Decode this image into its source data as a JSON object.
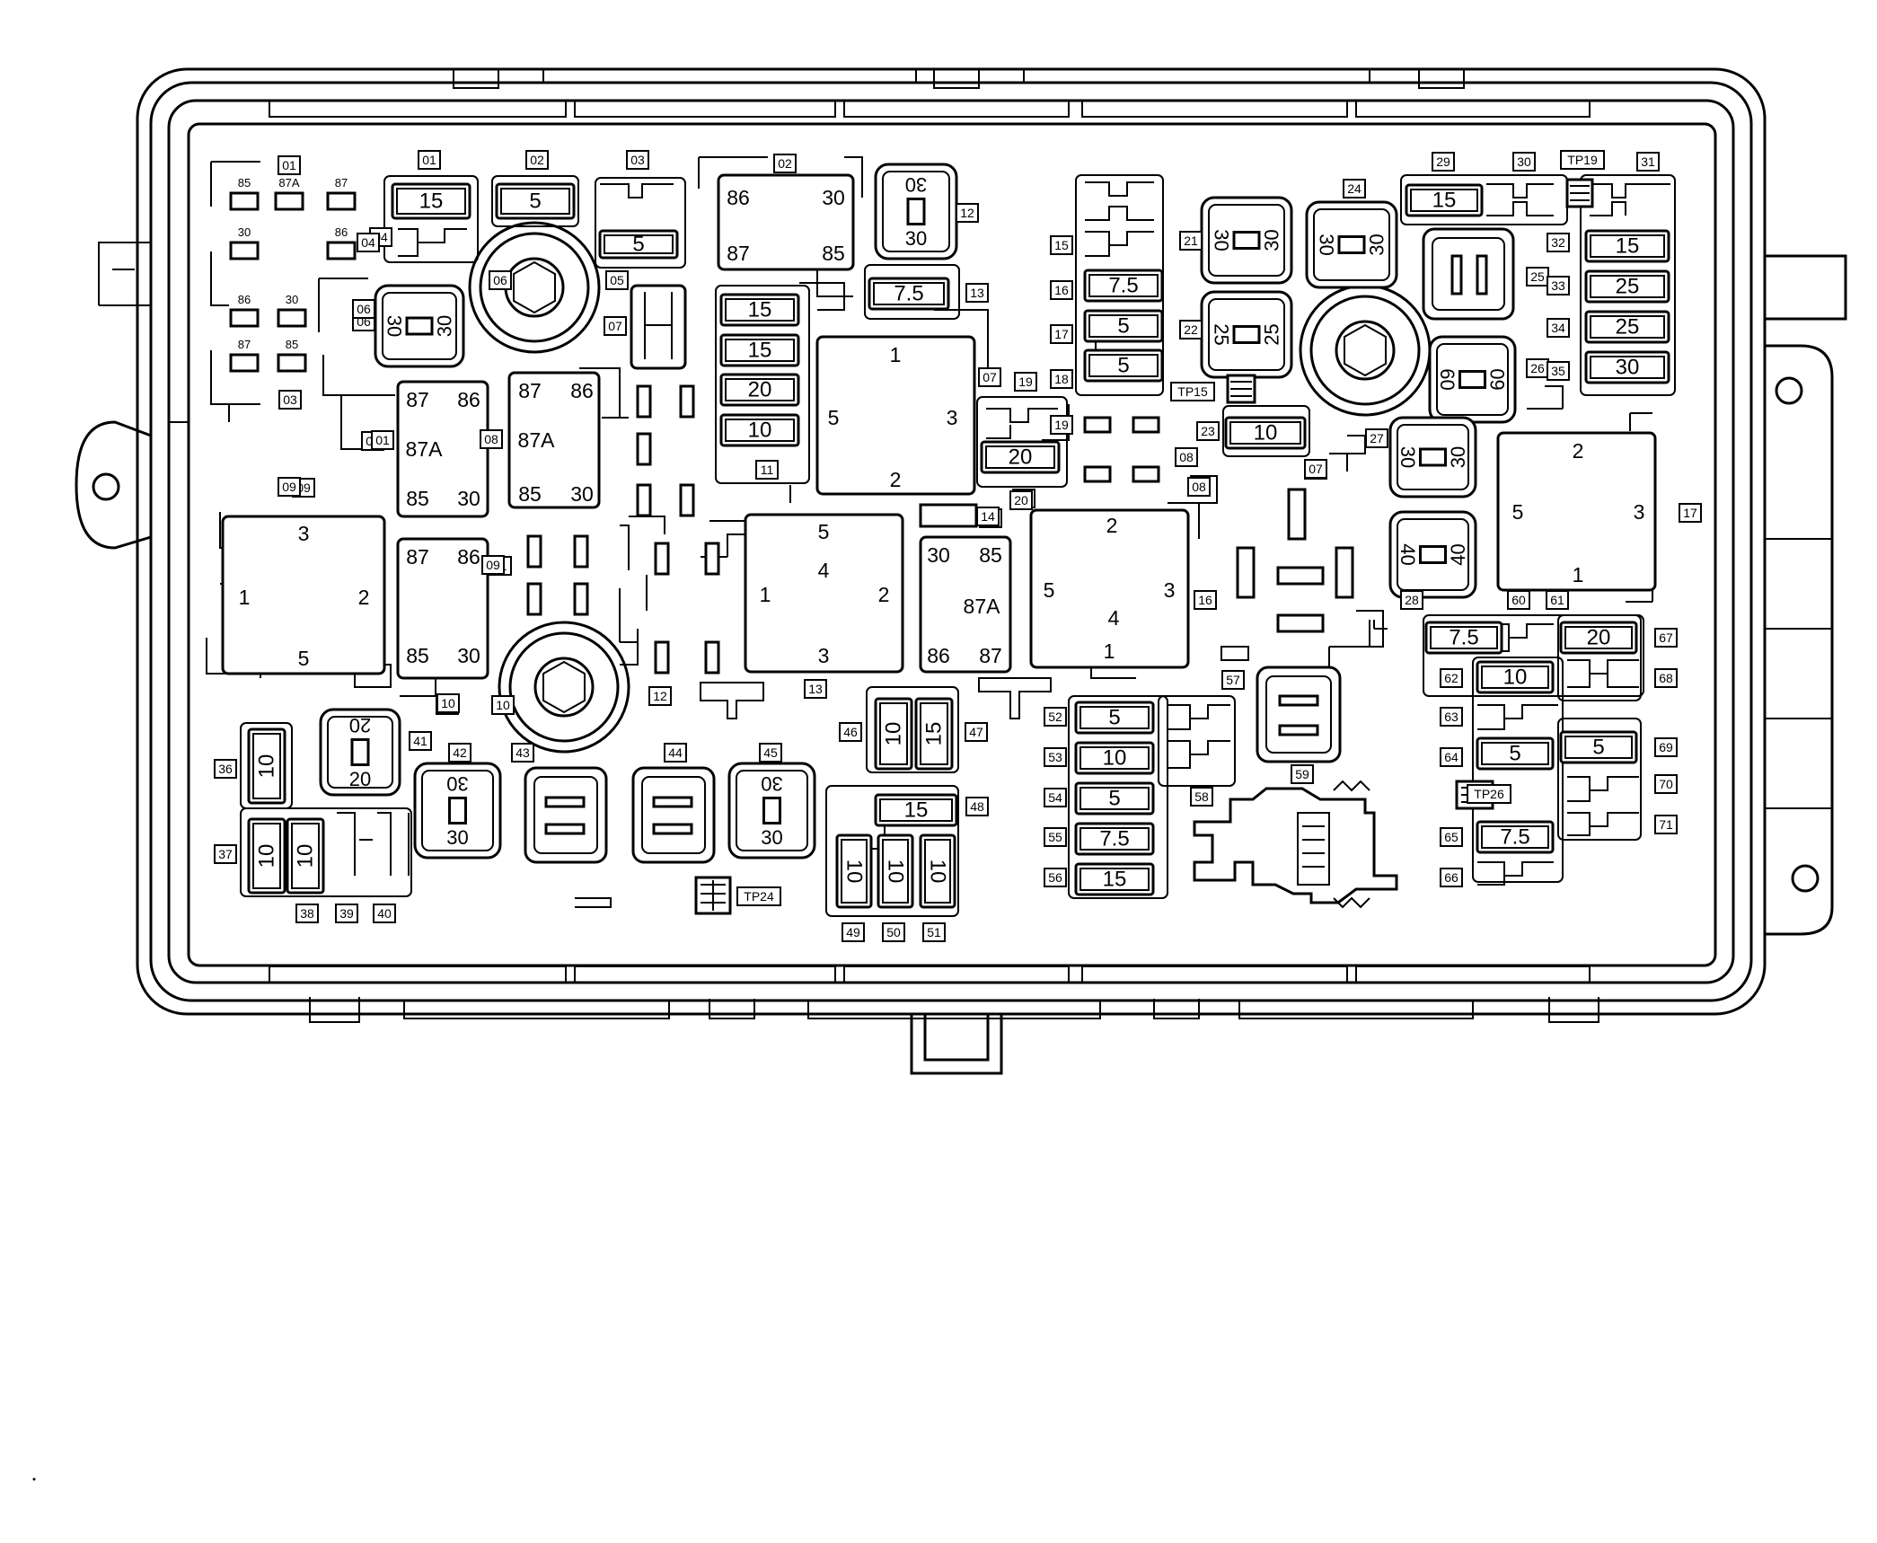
{
  "fuses": [
    {
      "id": "F-15a",
      "value": "15",
      "rot": 0
    },
    {
      "id": "F-5a",
      "value": "5",
      "rot": 0
    },
    {
      "id": "F-5b",
      "value": "5",
      "rot": 0
    },
    {
      "id": "F-15b",
      "value": "15",
      "rot": 0
    },
    {
      "id": "F-15c",
      "value": "15",
      "rot": 0
    },
    {
      "id": "F-20a",
      "value": "20",
      "rot": 0
    },
    {
      "id": "F-10a",
      "value": "10",
      "rot": 0
    },
    {
      "id": "F-7.5a",
      "value": "7.5",
      "rot": 0
    },
    {
      "id": "F-7.5b",
      "value": "7.5",
      "rot": 0
    },
    {
      "id": "F-5c",
      "value": "5",
      "rot": 0
    },
    {
      "id": "F-5d",
      "value": "5",
      "rot": 0
    },
    {
      "id": "F-20b",
      "value": "20",
      "rot": 0
    },
    {
      "id": "F-10b",
      "value": "10",
      "rot": 0
    },
    {
      "id": "F-15d",
      "value": "15",
      "rot": 0
    },
    {
      "id": "F-15e",
      "value": "15",
      "rot": 0
    },
    {
      "id": "F-25a",
      "value": "25",
      "rot": 0
    },
    {
      "id": "F-25b",
      "value": "25",
      "rot": 0
    },
    {
      "id": "F-30a",
      "value": "30",
      "rot": 0
    },
    {
      "id": "F-7.5c",
      "value": "7.5",
      "rot": 0
    },
    {
      "id": "F-20c",
      "value": "20",
      "rot": 0
    },
    {
      "id": "F-10c",
      "value": "10",
      "rot": 0
    },
    {
      "id": "F-5e",
      "value": "5",
      "rot": 0
    },
    {
      "id": "F-5f",
      "value": "5",
      "rot": 0
    },
    {
      "id": "F-7.5d",
      "value": "7.5",
      "rot": 0
    },
    {
      "id": "F-5g",
      "value": "5",
      "rot": 0
    },
    {
      "id": "F-10d",
      "value": "10",
      "rot": 0
    },
    {
      "id": "F-5h",
      "value": "5",
      "rot": 0
    },
    {
      "id": "F-7.5e",
      "value": "7.5",
      "rot": 0
    },
    {
      "id": "F-15f",
      "value": "15",
      "rot": 0
    },
    {
      "id": "F-15g",
      "value": "15",
      "rot": 0
    },
    {
      "id": "F-10e",
      "value": "10",
      "rot": -90
    },
    {
      "id": "F-10f",
      "value": "10",
      "rot": -90
    },
    {
      "id": "F-10g",
      "value": "10",
      "rot": -90
    },
    {
      "id": "F-10h",
      "value": "10",
      "rot": -90
    },
    {
      "id": "F-15h",
      "value": "15",
      "rot": -90
    },
    {
      "id": "F-10i",
      "value": "10",
      "rot": 90
    },
    {
      "id": "F-10j",
      "value": "10",
      "rot": 90
    },
    {
      "id": "F-10k",
      "value": "10",
      "rot": 90
    }
  ],
  "cartridges": [
    {
      "id": "C-06",
      "top": "30",
      "bottom": "30",
      "rot": 90
    },
    {
      "id": "C-12",
      "top": "30",
      "bottom": "30",
      "rot": 0
    },
    {
      "id": "C-21",
      "top": "30",
      "bottom": "30",
      "rot": 90
    },
    {
      "id": "C-22",
      "top": "25",
      "bottom": "25",
      "rot": 90
    },
    {
      "id": "C-24",
      "top": "30",
      "bottom": "30",
      "rot": 90
    },
    {
      "id": "C-26",
      "top": "60",
      "bottom": "60",
      "rot": 90
    },
    {
      "id": "C-27",
      "top": "30",
      "bottom": "30",
      "rot": 90
    },
    {
      "id": "C-17",
      "top": "40",
      "bottom": "40",
      "rot": 90
    },
    {
      "id": "C-41",
      "top": "20",
      "bottom": "20",
      "rot": 0
    },
    {
      "id": "C-42",
      "top": "30",
      "bottom": "30",
      "rot": 0
    },
    {
      "id": "C-45",
      "top": "30",
      "bottom": "30",
      "rot": 0
    }
  ],
  "relays": [
    {
      "id": "R-01",
      "pins": [
        "87",
        "86",
        "87A",
        "85",
        "30"
      ]
    },
    {
      "id": "R-05",
      "pins": [
        "87",
        "86",
        "87A",
        "85",
        "30"
      ]
    },
    {
      "id": "R-10",
      "pins": [
        "87",
        "86",
        "85",
        "30"
      ]
    },
    {
      "id": "R-02",
      "pins": [
        "86",
        "30",
        "87",
        "85"
      ]
    },
    {
      "id": "R-20",
      "pins": [
        "30",
        "85",
        "87A",
        "86",
        "87"
      ]
    },
    {
      "id": "R-09",
      "pins": [
        "3",
        "1",
        "2",
        "5"
      ]
    },
    {
      "id": "R-07",
      "pins": [
        "1",
        "5",
        "3",
        "2"
      ]
    },
    {
      "id": "R-13",
      "pins": [
        "5",
        "4",
        "1",
        "2",
        "3"
      ]
    },
    {
      "id": "R-16",
      "pins": [
        "2",
        "5",
        "3",
        "4",
        "1"
      ]
    },
    {
      "id": "R-17",
      "pins": [
        "2",
        "5",
        "3",
        "1"
      ]
    }
  ],
  "mini_relay_pins": [
    "85",
    "87A",
    "87",
    "30",
    "86",
    "86",
    "30",
    "87",
    "85"
  ],
  "callouts": [
    "01",
    "02",
    "03",
    "04",
    "05",
    "06",
    "07",
    "08",
    "09",
    "10",
    "11",
    "12",
    "13",
    "14",
    "15",
    "16",
    "17",
    "18",
    "19",
    "20",
    "21",
    "22",
    "23",
    "24",
    "25",
    "26",
    "27",
    "28",
    "29",
    "30",
    "31",
    "32",
    "33",
    "34",
    "35",
    "36",
    "37",
    "38",
    "39",
    "40",
    "41",
    "42",
    "43",
    "44",
    "45",
    "46",
    "47",
    "48",
    "49",
    "50",
    "51",
    "52",
    "53",
    "54",
    "55",
    "56",
    "57",
    "58",
    "59",
    "60",
    "61",
    "62",
    "63",
    "64",
    "65",
    "66",
    "67",
    "68",
    "69",
    "70",
    "71",
    "TP15",
    "TP19",
    "TP24",
    "TP26",
    "01",
    "02",
    "03",
    "04",
    "05",
    "06",
    "07",
    "08",
    "09",
    "10",
    "11",
    "12",
    "13",
    "14",
    "15",
    "16",
    "17",
    "18",
    "19",
    "20",
    "01",
    "08",
    "09",
    "10",
    "06",
    "07",
    "14",
    "15",
    "16",
    "17",
    "18"
  ],
  "colors": {
    "line": "#000000",
    "background": "#ffffff"
  }
}
